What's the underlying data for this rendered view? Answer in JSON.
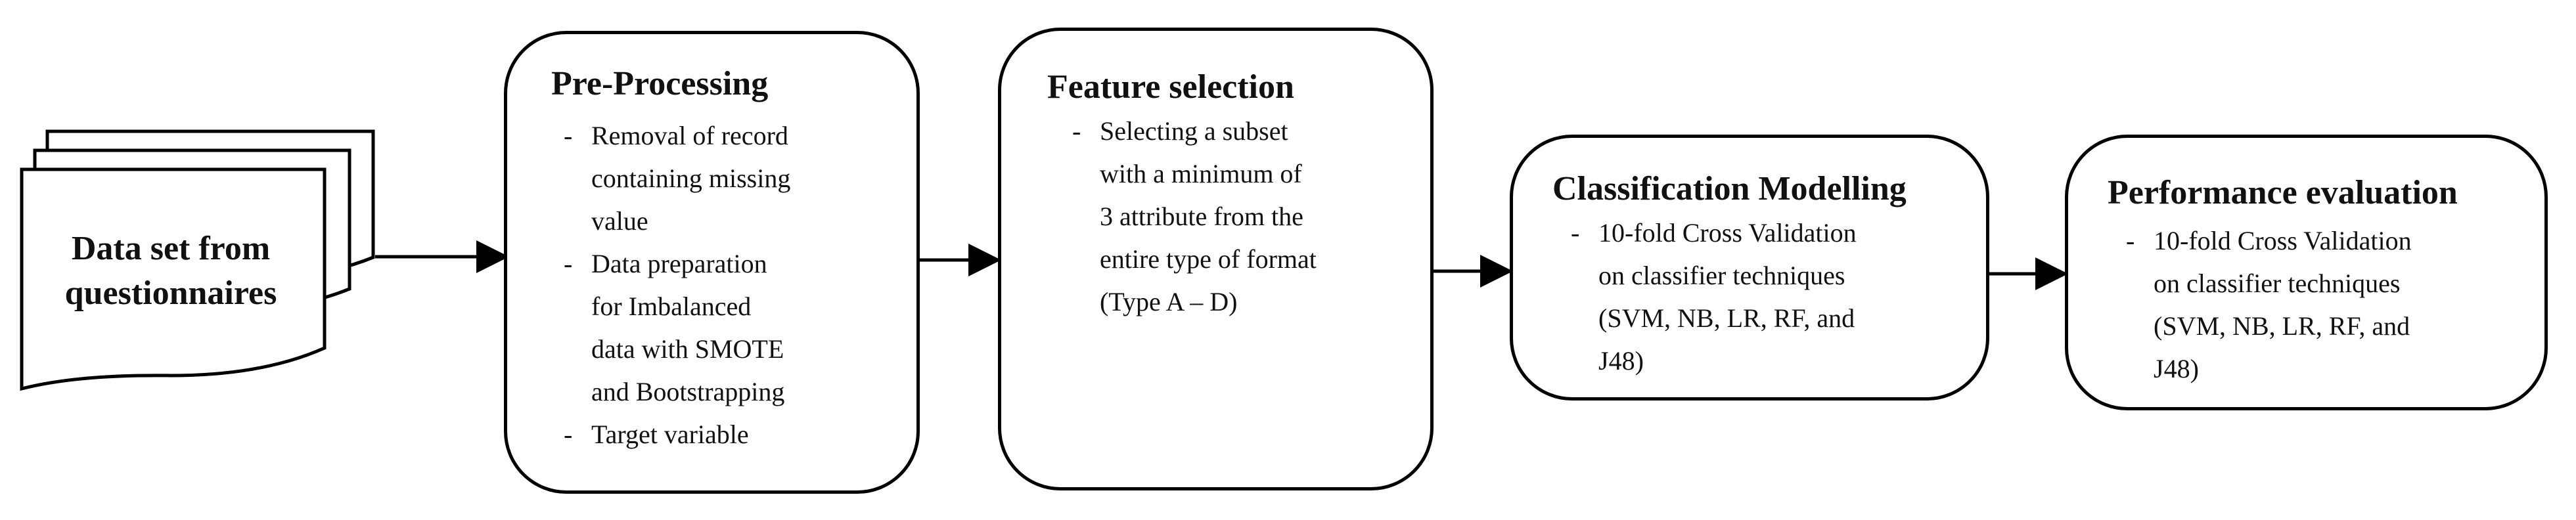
{
  "data_source": {
    "label_line1": "Data set from",
    "label_line2": "questionnaires"
  },
  "steps": [
    {
      "title": "Pre-Processing",
      "items": [
        [
          "Removal of record",
          "containing missing",
          "value"
        ],
        [
          "Data preparation",
          "for Imbalanced",
          "data with SMOTE",
          "and Bootstrapping"
        ],
        [
          "Target variable"
        ]
      ]
    },
    {
      "title": "Feature selection",
      "items": [
        [
          "Selecting a subset",
          "with a minimum of",
          "3 attribute from the",
          "entire type of format",
          "(Type A – D)"
        ]
      ]
    },
    {
      "title": "Classification Modelling",
      "items": [
        [
          "10-fold Cross Validation",
          "on classifier techniques",
          "(SVM, NB, LR, RF, and",
          "J48)"
        ]
      ]
    },
    {
      "title": "Performance evaluation",
      "items": [
        [
          "10-fold Cross Validation",
          "on classifier techniques",
          "(SVM, NB, LR, RF, and",
          "J48)"
        ]
      ]
    }
  ]
}
